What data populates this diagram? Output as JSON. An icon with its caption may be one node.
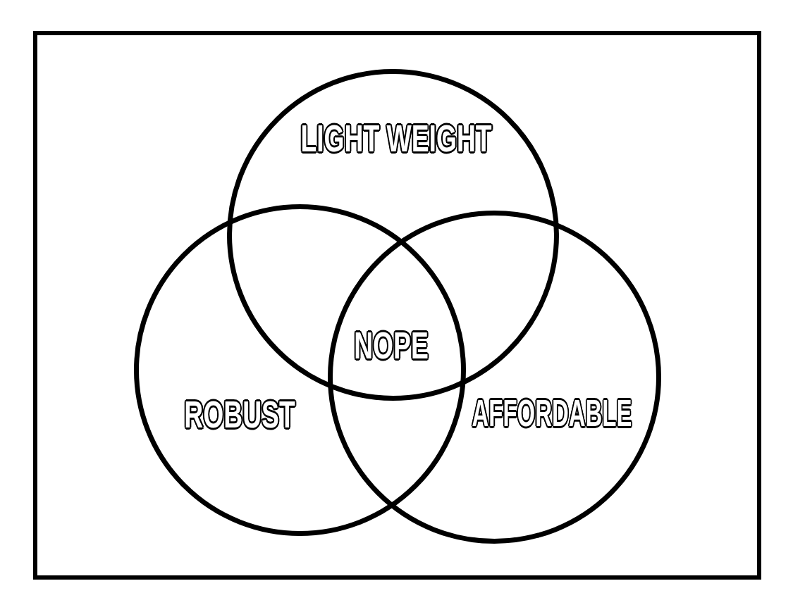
{
  "diagram": {
    "nodes": [
      {
        "text": [
          "LIGHT WEIGHT"
        ]
      },
      {
        "text": [
          "ROBUST"
        ]
      },
      {
        "text": [
          "AFFORDABLE"
        ]
      }
    ],
    "labels": [
      "NOPE"
    ]
  }
}
